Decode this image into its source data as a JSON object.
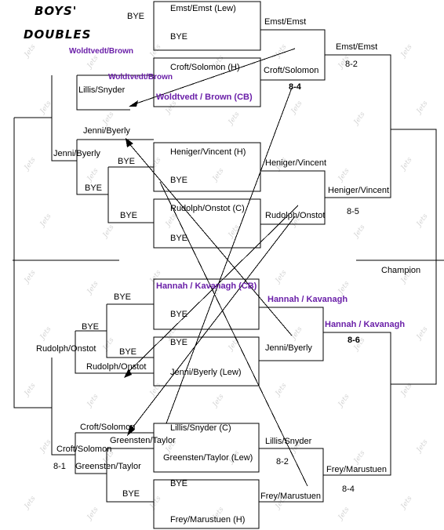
{
  "title": {
    "line1": "BOYS'",
    "line2": "DOUBLES"
  },
  "watermark_text": "Jets",
  "labels": {
    "bye": "BYE",
    "emst_lew": "Emst/Emst (Lew)",
    "emst_r2": "Emst/Emst",
    "emst_r3": "Emst/Emst",
    "score_82_a": "8-2",
    "woldtvedt_1": "Woldtvedt/Brown",
    "woldtvedt_2": "Woldtvedt/Brown",
    "croft_h": "Croft/Solomon (H)",
    "croft_r2": "Croft/Solomon",
    "score_84_a": "8-4",
    "woldtvedt_cb": "Woldtvedt / Brown (CB)",
    "lillis_r1": "Lillis/Snyder",
    "jenni_top": "Jenni/Byerly",
    "jenni_r1": "Jenni/Byerly",
    "heniger_h": "Heniger/Vincent (H)",
    "heniger_r2": "Heniger/Vincent",
    "heniger_r3": "Heniger/Vincent",
    "score_85": "8-5",
    "rudolph_c": "Rudolph/Onstot (C)",
    "rudolph_r2": "Rudolph/Onstot",
    "champion": "Champion",
    "hannah_cb": "Hannah / Kavanagh (CB)",
    "hannah_r2": "Hannah / Kavanagh",
    "hannah_r3": "Hannah / Kavanagh",
    "score_86": "8-6",
    "rudolph_left": "Rudolph/Onstot",
    "rudolph_mid": "Rudolph/Onstot",
    "jenni_r2": "Jenni/Byerly",
    "jenni_lew": "Jenni/Byerly (Lew)",
    "croft_b1": "Croft/Solomon",
    "croft_b2": "Croft/Solomon",
    "score_81": "8-1",
    "greensten_1": "Greensten/Taylor",
    "greensten_2": "Greensten/Taylor",
    "lillis_c": "Lillis/Snyder (C)",
    "lillis_r2": "Lillis/Snyder",
    "greensten_lew": "Greensten/Taylor (Lew)",
    "score_82_b": "8-2",
    "frey_r2": "Frey/Marustuen",
    "frey_r3": "Frey/Marustuen",
    "score_84_b": "8-4",
    "frey_h": "Frey/Marustuen (H)"
  }
}
